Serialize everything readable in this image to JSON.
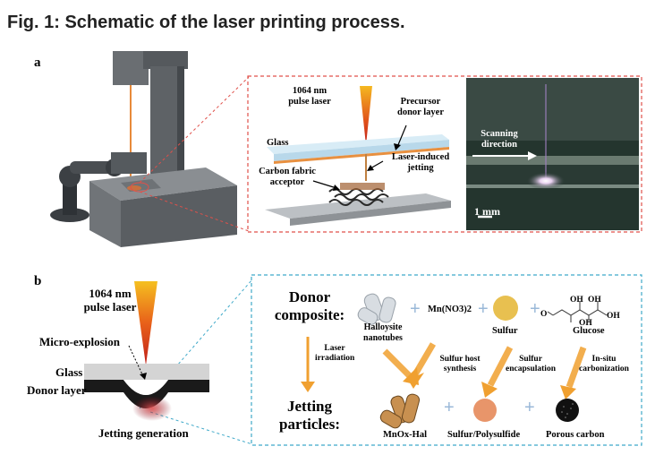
{
  "figure_title": "Fig. 1: Schematic of the laser printing process.",
  "panel_a": {
    "letter": "a",
    "laser_label_1": "1064 nm",
    "laser_label_2": "pulse laser",
    "glass": "Glass",
    "precursor_1": "Precursor",
    "precursor_2": "donor layer",
    "jetting_1": "Laser-induced",
    "jetting_2": "jetting",
    "acceptor_1": "Carbon fabric",
    "acceptor_2": "acceptor",
    "scan_1": "Scanning",
    "scan_2": "direction",
    "scale": "1 mm"
  },
  "panel_b": {
    "letter": "b",
    "laser_1": "1064 nm",
    "laser_2": "pulse laser",
    "micro": "Micro-explosion",
    "glass": "Glass",
    "donor": "Donor layer",
    "jetting_gen": "Jetting generation",
    "donor_comp_1": "Donor",
    "donor_comp_2": "composite:",
    "jetting_part_1": "Jetting",
    "jetting_part_2": "particles:",
    "halloysite_1": "Halloysite",
    "halloysite_2": "nanotubes",
    "mn_nitrate": "Mn(NO3)2",
    "sulfur": "Sulfur",
    "glucose": "Glucose",
    "laser_irr_1": "Laser",
    "laser_irr_2": "irradiation",
    "sulfur_host_1": "Sulfur host",
    "sulfur_host_2": "synthesis",
    "sulfur_enc_1": "Sulfur",
    "sulfur_enc_2": "encapsulation",
    "insitu_1": "In-situ",
    "insitu_2": "carbonization",
    "mnox": "MnOx-Hal",
    "sulfur_poly": "Sulfur/Polysulfide",
    "porous": "Porous carbon",
    "oh1": "OH",
    "oh2": "OH",
    "oh3": "OH",
    "oh4": "OH",
    "o": "O"
  },
  "colors": {
    "red_dash": "#e0504a",
    "blue_dash": "#3fa9c9",
    "arrow_orange": "#f0a030",
    "sulfur_yellow": "#e8c050",
    "polysulfide": "#e8956a"
  }
}
